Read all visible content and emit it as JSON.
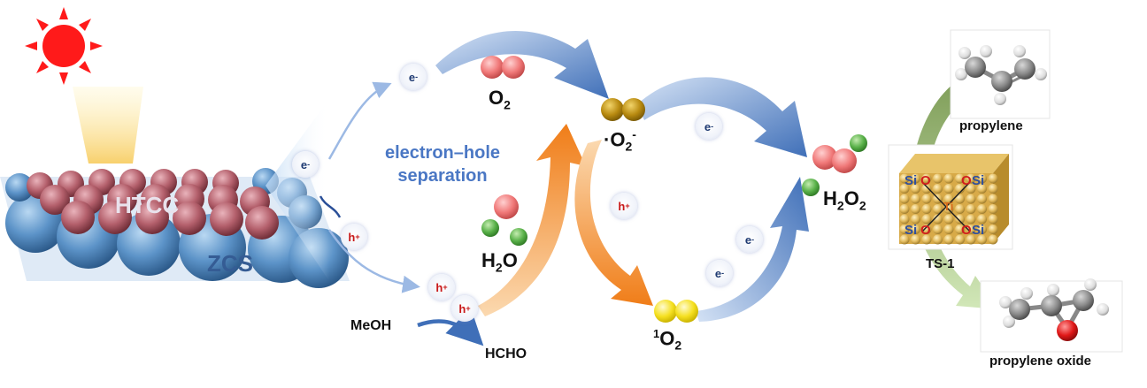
{
  "carriers": {
    "electron": "e",
    "electron_sign": "-",
    "hole": "h",
    "hole_sign": "+"
  },
  "materials": {
    "htcc": "HTCC",
    "zcs": "ZCS"
  },
  "separation": {
    "line1": "electron–hole",
    "line2": "separation"
  },
  "species": {
    "o2_main": "O",
    "o2_sub": "2",
    "superoxide_dot": "·",
    "superoxide_main": "O",
    "superoxide_sub": "2",
    "superoxide_sup": "-",
    "singlet_sup": "1",
    "singlet_main": "O",
    "singlet_sub": "2",
    "h2o_h": "H",
    "h2o_sub": "2",
    "h2o_o": "O",
    "h2o2_h": "H",
    "h2o2_sub1": "2",
    "h2o2_o": "O",
    "h2o2_sub2": "2",
    "meoh": "MeOH",
    "hcho": "HCHO"
  },
  "products": {
    "propylene": "propylene",
    "ts1": "TS-1",
    "propylene_oxide": "propylene oxide"
  },
  "ts1_labels": {
    "si": "Si",
    "o": "O",
    "ti": "Ti"
  },
  "colors": {
    "sun": "#ff1a1a",
    "blue_arrow": "#3f6fb8",
    "orange_arrow": "#f07d18",
    "green_arrow": "#6f9c45",
    "htcc_sphere": "#b4606c",
    "zcs_sphere": "#5c93c8",
    "o2_molecule": "#f07878",
    "superoxide_molecule": "#b88a10",
    "singlet_molecule": "#f5e020",
    "hydrogen_green": "#58b048"
  }
}
